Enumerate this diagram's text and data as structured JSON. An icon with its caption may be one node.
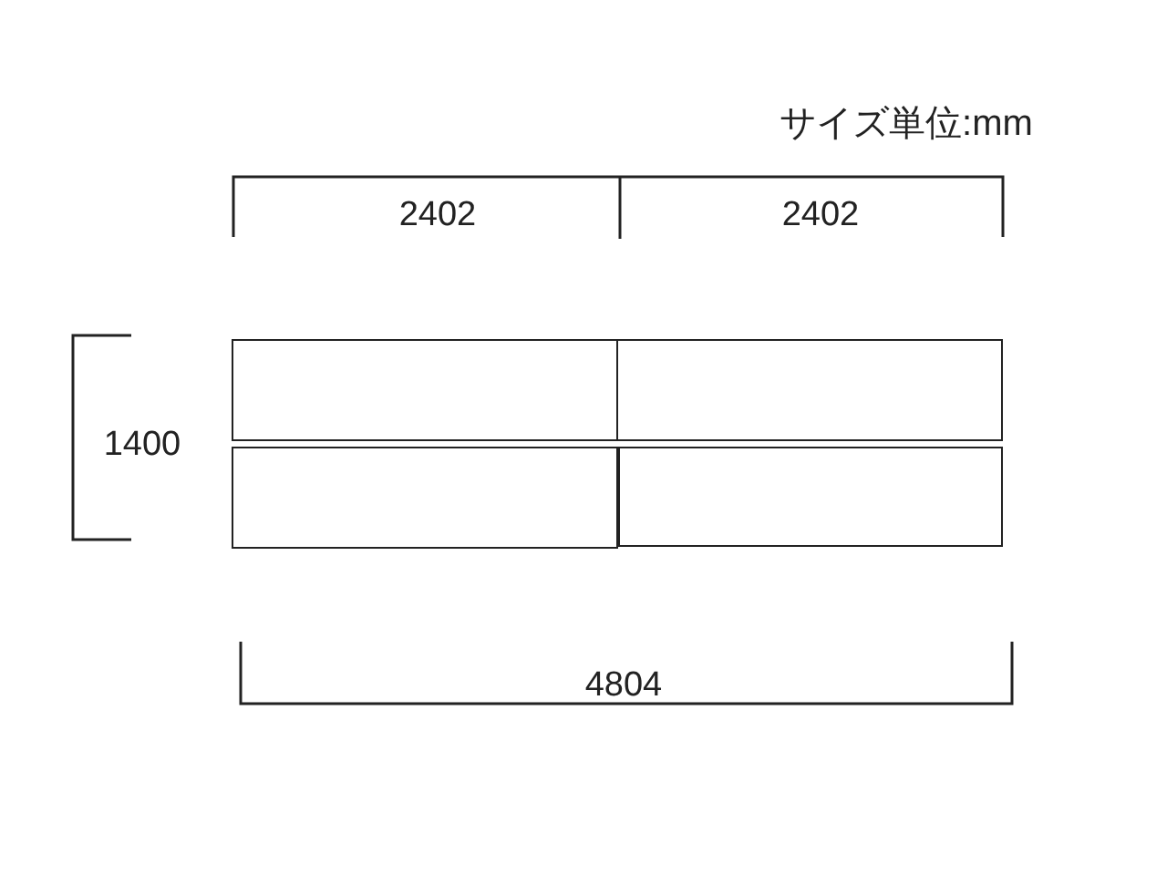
{
  "diagram": {
    "nodes": [
      {
        "text": [],
        "shape": "box"
      },
      {
        "text": [],
        "shape": "box"
      },
      {
        "text": [],
        "shape": "box"
      },
      {
        "text": [],
        "shape": "box"
      }
    ],
    "labels": [
      "サイズ単位:mm",
      "2402",
      "2402",
      "1400",
      "4804"
    ]
  }
}
